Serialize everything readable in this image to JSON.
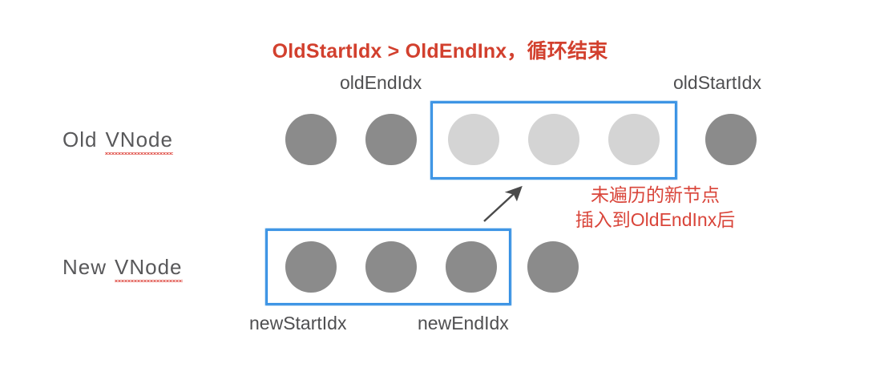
{
  "diagram": {
    "title": "OldStartIdx > OldEndInx，循环结束",
    "title_color": "#d2402e",
    "background": "#ffffff",
    "node_colors": {
      "dark": "#8b8b8b",
      "light": "#d4d4d4"
    },
    "box_color": "#2f8de4",
    "note_color": "#d9453a",
    "rows": [
      {
        "label_primary": "Old",
        "label_secondary": "VNode",
        "name": "old-vnode-row",
        "nodes": [
          {
            "state": "dark"
          },
          {
            "state": "dark"
          },
          {
            "state": "light"
          },
          {
            "state": "light"
          },
          {
            "state": "light"
          },
          {
            "state": "dark"
          }
        ],
        "pointer_labels": [
          {
            "text": "oldEndIdx",
            "name": "old-end-idx-label"
          },
          {
            "text": "oldStartIdx",
            "name": "old-start-idx-label"
          }
        ]
      },
      {
        "label_primary": "New",
        "label_secondary": "VNode",
        "name": "new-vnode-row",
        "nodes": [
          {
            "state": "dark"
          },
          {
            "state": "dark"
          },
          {
            "state": "dark"
          },
          {
            "state": "dark"
          }
        ],
        "pointer_labels": [
          {
            "text": "newStartIdx",
            "name": "new-start-idx-label"
          },
          {
            "text": "newEndIdx",
            "name": "new-end-idx-label"
          }
        ]
      }
    ],
    "note_lines": [
      "未遍历的新节点",
      "插入到OldEndInx后"
    ]
  }
}
